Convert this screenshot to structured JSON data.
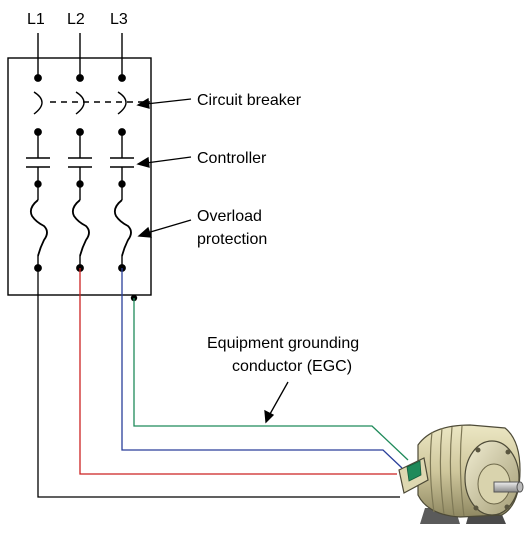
{
  "lines": {
    "l1": "L1",
    "l2": "L2",
    "l3": "L3"
  },
  "labels": {
    "circuit_breaker": "Circuit breaker",
    "controller": "Controller",
    "overload_line1": "Overload",
    "overload_line2": "protection",
    "egc_line1": "Equipment grounding",
    "egc_line2": "conductor (EGC)"
  },
  "colors": {
    "phase_l1": "#000000",
    "phase_l2": "#cc2222",
    "phase_l3": "#2a3f9a",
    "ground": "#1f8a5a",
    "motor_body": "#c9c39a"
  }
}
